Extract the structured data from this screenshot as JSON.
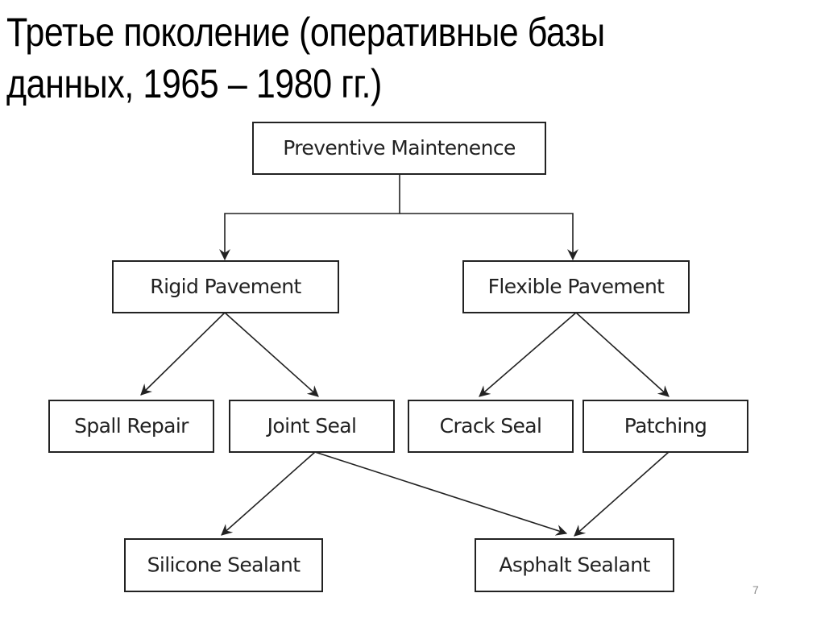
{
  "slide": {
    "title_line1": "Третье поколение (оперативные базы",
    "title_line2": "данных, 1965 – 1980 гг.)",
    "page_number": "7"
  },
  "diagram": {
    "nodes": [
      {
        "id": "preventive",
        "label": "Preventive Maintenence"
      },
      {
        "id": "rigid",
        "label": "Rigid Pavement"
      },
      {
        "id": "flexible",
        "label": "Flexible Pavement"
      },
      {
        "id": "spall",
        "label": "Spall Repair"
      },
      {
        "id": "joint",
        "label": "Joint Seal"
      },
      {
        "id": "crack",
        "label": "Crack Seal"
      },
      {
        "id": "patching",
        "label": "Patching"
      },
      {
        "id": "silicone",
        "label": "Silicone Sealant"
      },
      {
        "id": "asphalt",
        "label": "Asphalt Sealant"
      }
    ],
    "edges": [
      {
        "from": "preventive",
        "to": "rigid"
      },
      {
        "from": "preventive",
        "to": "flexible"
      },
      {
        "from": "rigid",
        "to": "spall"
      },
      {
        "from": "rigid",
        "to": "joint"
      },
      {
        "from": "flexible",
        "to": "crack"
      },
      {
        "from": "flexible",
        "to": "patching"
      },
      {
        "from": "joint",
        "to": "silicone"
      },
      {
        "from": "joint",
        "to": "asphalt"
      },
      {
        "from": "patching",
        "to": "asphalt"
      }
    ]
  }
}
